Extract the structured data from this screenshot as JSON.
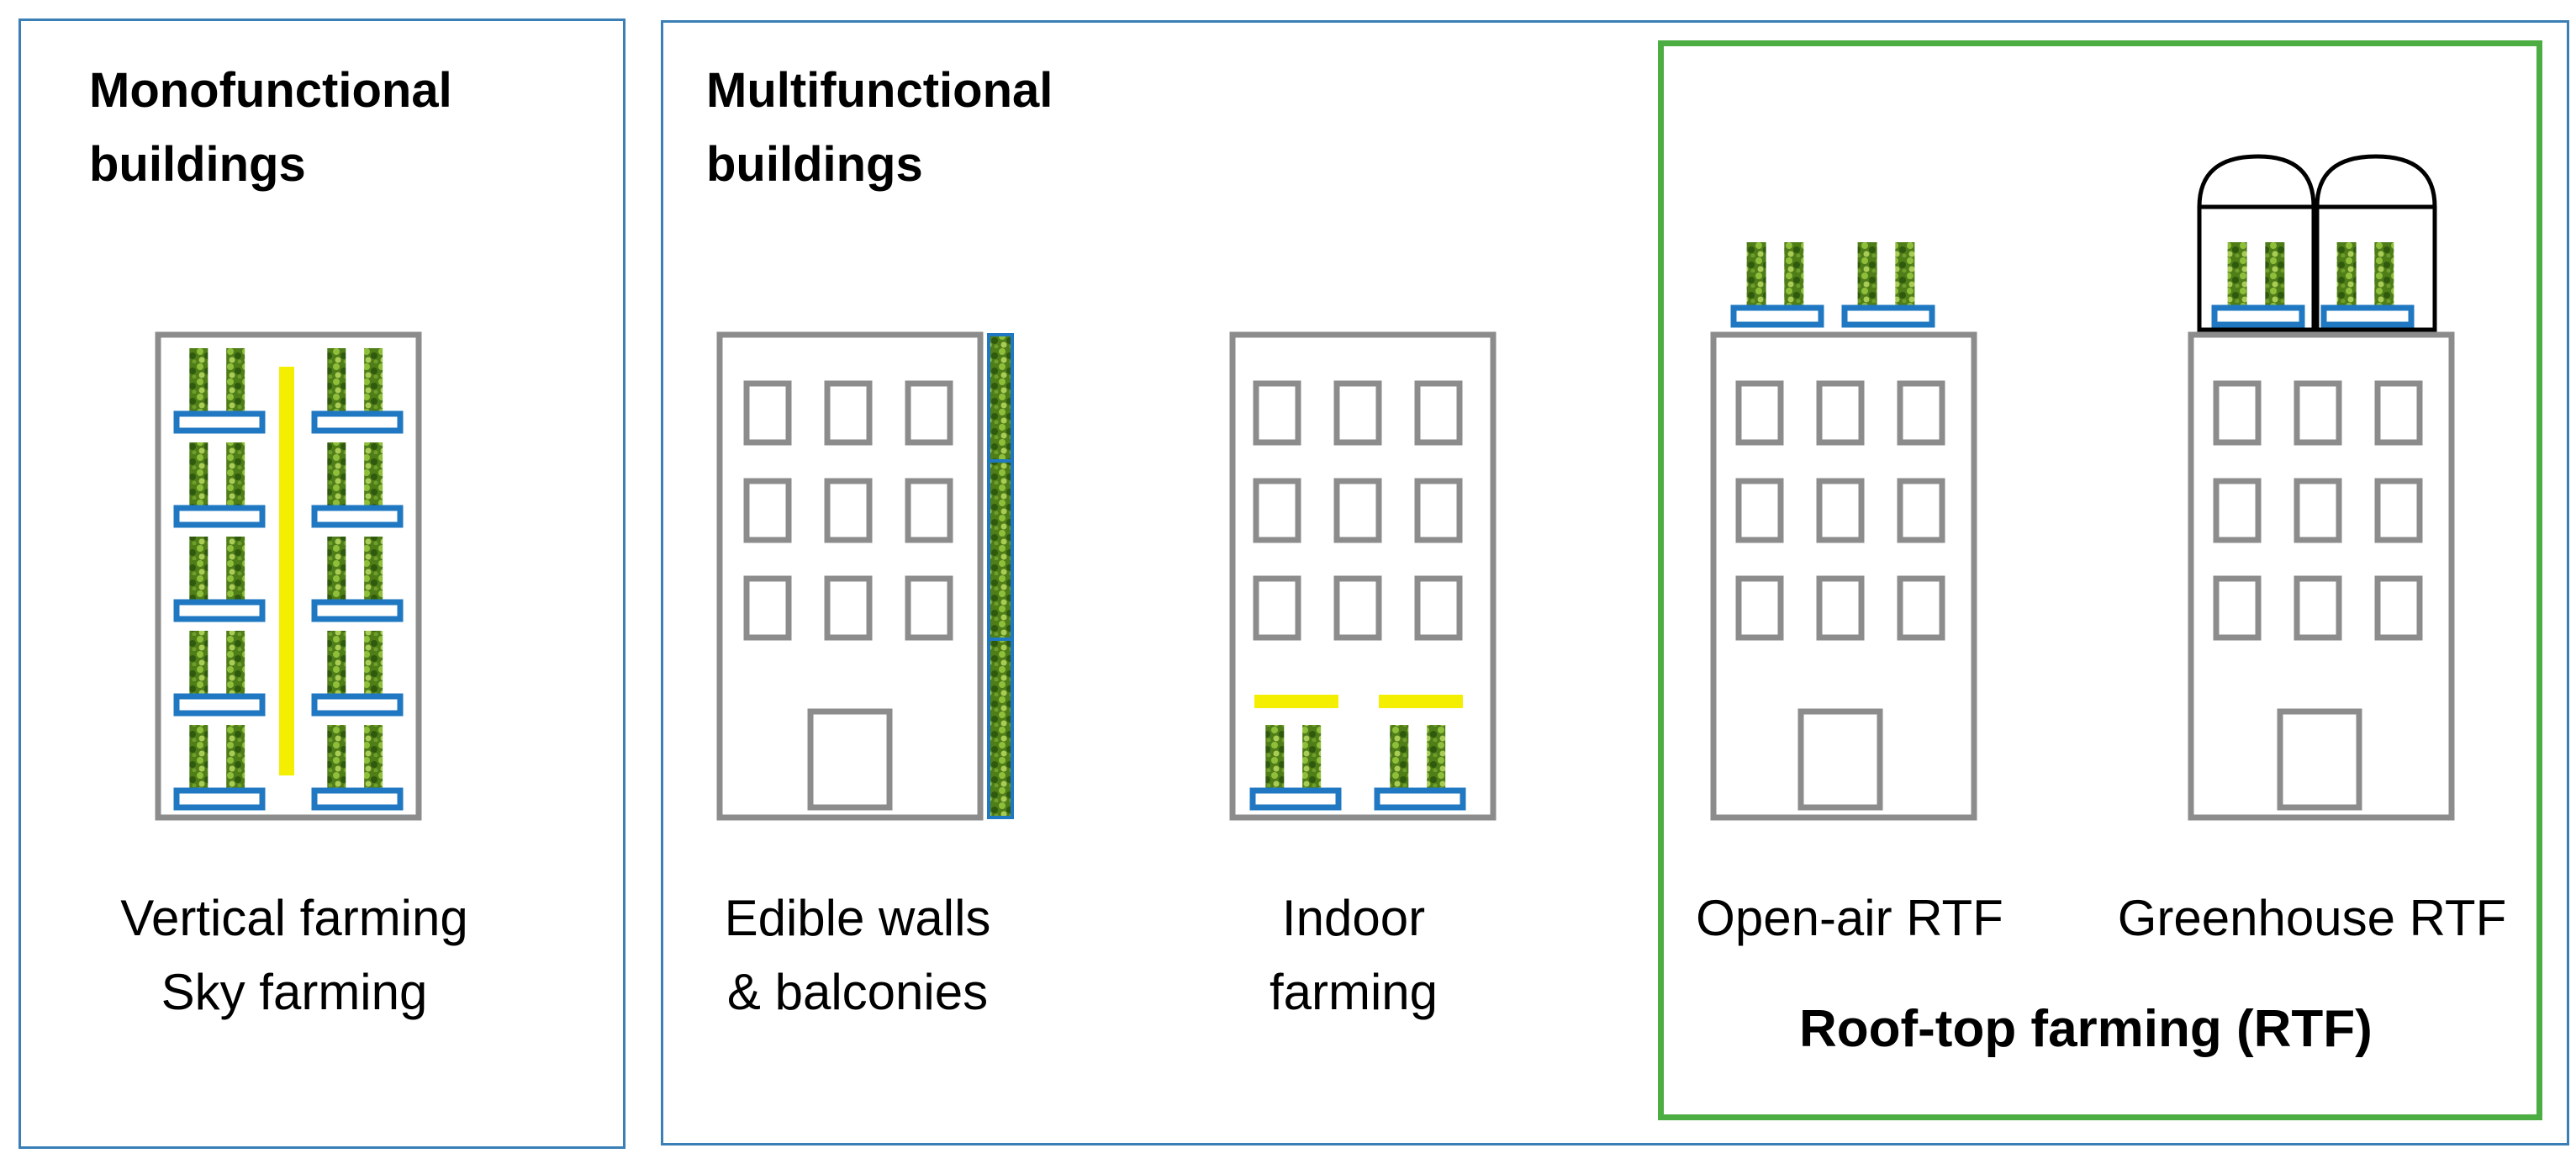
{
  "panels": {
    "mono": {
      "title": "Monofunctional\nbuildings"
    },
    "multi": {
      "title": "Multifunctional\nbuildings"
    },
    "rtf": {
      "title": "Roof-top farming (RTF)"
    }
  },
  "labels": {
    "vertical": "Vertical farming\nSky farming",
    "edible": "Edible walls\n& balconies",
    "indoor": "Indoor\nfarming",
    "open_air": "Open-air RTF",
    "greenhouse": "Greenhouse RTF"
  },
  "colors": {
    "panel_border": "#3a7fb5",
    "rtf_border": "#4cad43",
    "building": "#8c8c8c",
    "tray": "#1f78c1",
    "lamp": "#f4ef00",
    "plant": "#5f8f1e"
  }
}
